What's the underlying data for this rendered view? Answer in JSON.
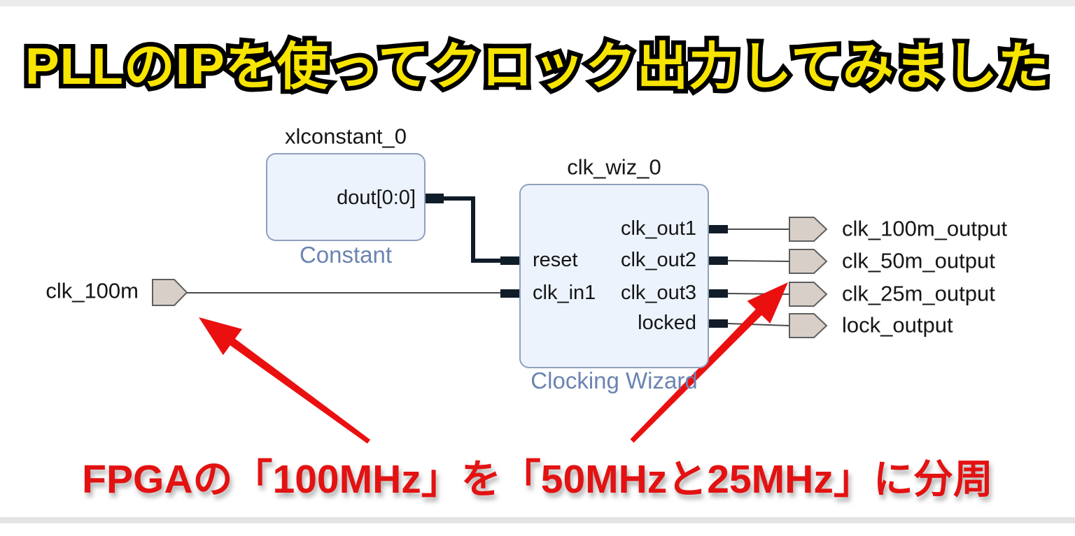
{
  "banner": {
    "title": "PLLのIPを使ってクロック出力してみました"
  },
  "caption": {
    "text": "FPGAの「100MHz」を「50MHzと25MHz」に分周"
  },
  "diagram": {
    "constant_block": {
      "instance": "xlconstant_0",
      "type_label": "Constant",
      "output_port": "dout[0:0]"
    },
    "clk_wiz_block": {
      "instance": "clk_wiz_0",
      "type_label": "Clocking Wizard",
      "inputs": [
        "reset",
        "clk_in1"
      ],
      "outputs": [
        "clk_out1",
        "clk_out2",
        "clk_out3",
        "locked"
      ]
    },
    "input_port": {
      "label": "clk_100m"
    },
    "output_ports": [
      "clk_100m_output",
      "clk_50m_output",
      "clk_25m_output",
      "lock_output"
    ]
  },
  "colors": {
    "accent-yellow": "#f7e400",
    "accent-red": "#e31212",
    "arrow-red": "#ea1010",
    "block-fill": "#ecf3fd",
    "block-border": "#90a0bc",
    "type-label-blue": "#6b84b1",
    "port-fill": "#d8d0c8",
    "port-border": "#5f5f5f",
    "wire-gray": "#4b4b4b",
    "pin-black": "#101c28",
    "strip-gray": "#ebebeb"
  }
}
